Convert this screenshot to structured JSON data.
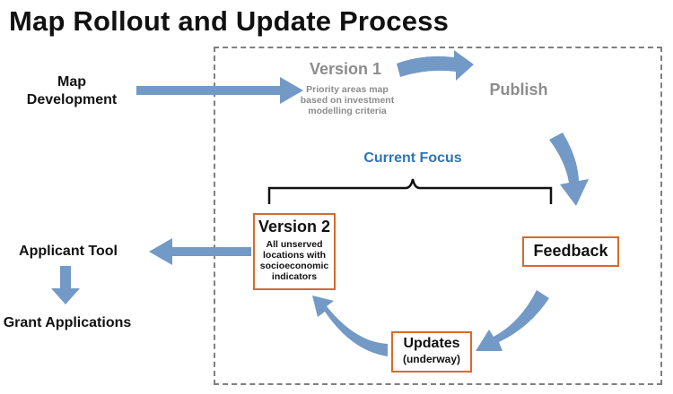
{
  "title": "Map Rollout and Update Process",
  "colors": {
    "arrow": "#7399c6",
    "box_border": "#d86a2c",
    "focus_text": "#2e75b6",
    "grey_text": "#8c8c8c",
    "frame": "#7f7f7f"
  },
  "nodes": {
    "map_development": "Map\nDevelopment",
    "version1_title": "Version 1",
    "version1_desc": "Priority areas map\nbased on investment\nmodelling criteria",
    "publish": "Publish",
    "current_focus": "Current Focus",
    "version2_title": "Version 2",
    "version2_desc": "All unserved\nlocations with\nsocioeconomic\nindicators",
    "feedback": "Feedback",
    "updates_title": "Updates",
    "updates_sub": "(underway)",
    "applicant_tool": "Applicant Tool",
    "grant_applications": "Grant Applications"
  }
}
